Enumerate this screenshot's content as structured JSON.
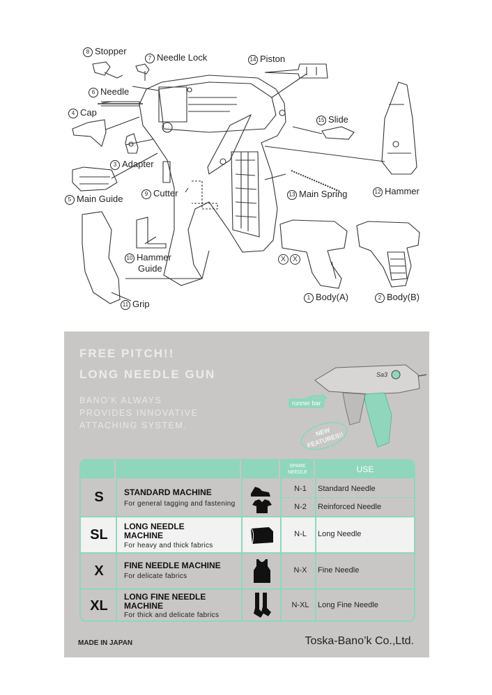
{
  "diagram": {
    "labels": {
      "stopper": {
        "num": "8",
        "text": "Stopper"
      },
      "needle_lock": {
        "num": "7",
        "text": "Needle Lock"
      },
      "piston": {
        "num": "14",
        "text": "Piston"
      },
      "needle": {
        "num": "6",
        "text": "Needle"
      },
      "cap": {
        "num": "4",
        "text": "Cap"
      },
      "slide": {
        "num": "15",
        "text": "Slide"
      },
      "adapter": {
        "num": "3",
        "text": "Adapter"
      },
      "main_guide": {
        "num": "5",
        "text": "Main Guide"
      },
      "cutter": {
        "num": "9",
        "text": "Cutter"
      },
      "main_spring": {
        "num": "13",
        "text": "Main Spring"
      },
      "hammer": {
        "num": "12",
        "text": "Hammer"
      },
      "hammer_guide": {
        "num": "10",
        "text": "Hammer",
        "text2": "Guide"
      },
      "grip": {
        "num": "11",
        "text": "Grip"
      },
      "body_a": {
        "num": "1",
        "text": "Body(A)"
      },
      "body_b": {
        "num": "2",
        "text": "Body(B)"
      }
    },
    "x_marks": [
      "X",
      "X"
    ]
  },
  "card": {
    "headline_1": "FREE PITCH!!",
    "headline_2": "LONG NEEDLE GUN",
    "sub_1": "BANO'K ALWAYS",
    "sub_2": "PROVIDES INNOVATIVE",
    "sub_3": "ATTACHING SYSTEM.",
    "runner_bar": "runner bar",
    "badge_1": "NEW",
    "badge_2": "FEATURES!!",
    "gun_logo": "Sa3",
    "table": {
      "header_spare_1": "SPARE",
      "header_spare_2": "NEEDLE",
      "header_use": "USE",
      "rows": [
        {
          "code": "S",
          "name": "STANDARD MACHINE",
          "desc": "For general tagging and fastening",
          "needles": [
            {
              "needle": "N-1",
              "use": "Standard Needle"
            },
            {
              "needle": "N-2",
              "use": "Reinforced Needle"
            }
          ]
        },
        {
          "code": "SL",
          "name": "LONG NEEDLE",
          "name2": "MACHINE",
          "desc": "For heavy and thick fabrics",
          "needles": [
            {
              "needle": "N-L",
              "use": "Long Needle"
            }
          ]
        },
        {
          "code": "X",
          "name": "FINE NEEDLE MACHINE",
          "desc": "For delicate fabrics",
          "needles": [
            {
              "needle": "N-X",
              "use": "Fine Needle"
            }
          ]
        },
        {
          "code": "XL",
          "name": "LONG FINE NEEDLE",
          "name2": "MACHINE",
          "desc": "For thick and delicate fabrics",
          "needles": [
            {
              "needle": "N-XL",
              "use": "Long Fine Needle"
            }
          ]
        }
      ]
    },
    "footer_left": "MADE IN JAPAN",
    "footer_right": "Toska-Bano’k Co.,Ltd."
  },
  "colors": {
    "mint": "#8fd6bd",
    "card_bg": "#c9c7c5",
    "line": "#333333"
  }
}
